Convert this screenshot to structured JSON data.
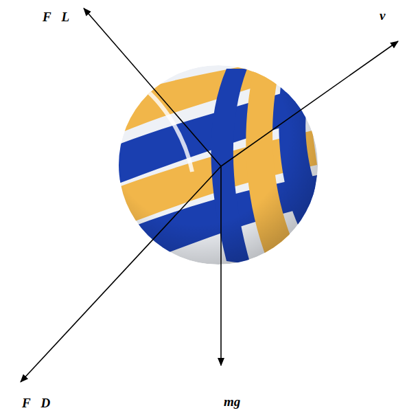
{
  "diagram": {
    "labels": [
      "F⃗L",
      "v⃗",
      "F⃗D",
      "mg⃗"
    ]
  }
}
